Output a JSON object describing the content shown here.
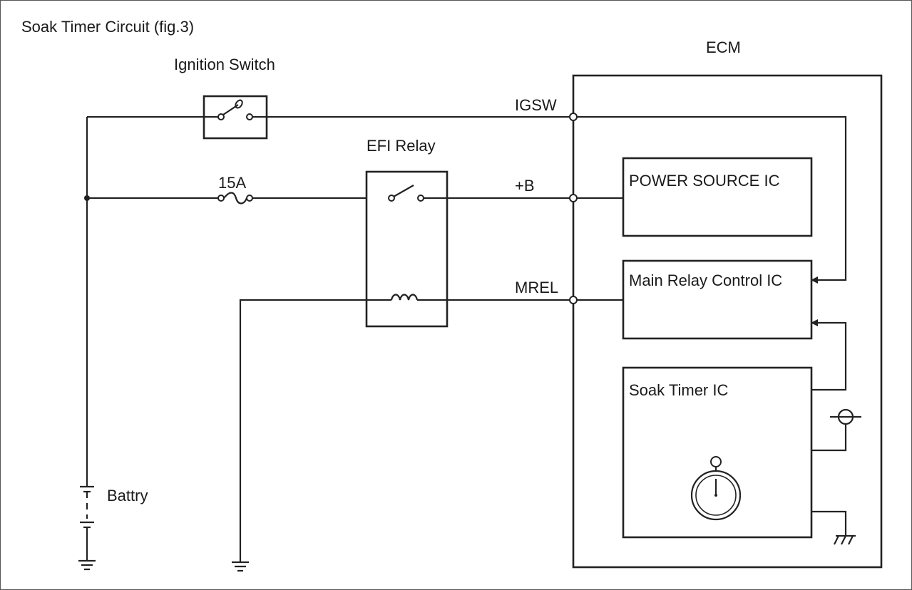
{
  "diagram": {
    "title": "Soak Timer Circuit (fig.3)",
    "ecm_label": "ECM",
    "ignition_switch_label": "Ignition Switch",
    "efi_relay_label": "EFI Relay",
    "fuse_label": "15A",
    "battery_label": "Battry",
    "terminals": {
      "igsw": "IGSW",
      "plus_b": "+B",
      "mrel": "MREL"
    },
    "ics": {
      "power_source": "POWER SOURCE IC",
      "main_relay_control": "Main Relay Control IC",
      "soak_timer": "Soak Timer IC"
    }
  }
}
